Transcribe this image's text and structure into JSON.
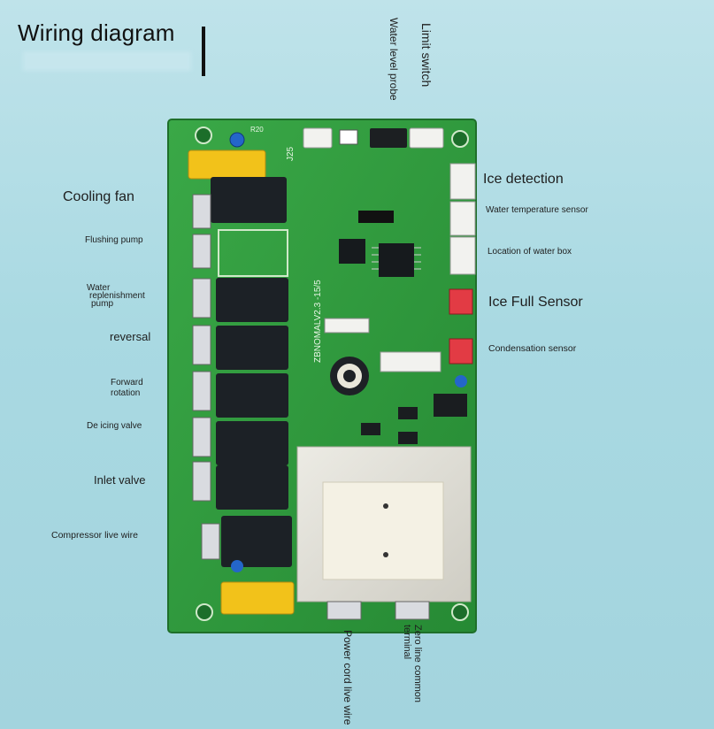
{
  "title": "Wiring diagram",
  "labels": {
    "water_level_probe": "Water level probe",
    "limit_switch": "Limit switch",
    "ice_detection": "Ice detection",
    "water_temperature_sensor": "Water temperature sensor",
    "location_of_water_box": "Location of water box",
    "ice_full_sensor": "Ice Full Sensor",
    "condensation_sensor": "Condensation sensor",
    "cooling_fan": "Cooling fan",
    "flushing_pump": "Flushing pump",
    "water_replenishment_pump_1": "Water",
    "water_replenishment_pump_2": "replenishment",
    "water_replenishment_pump_3": "pump",
    "reversal": "reversal",
    "forward_rotation_1": "Forward",
    "forward_rotation_2": "rotation",
    "deicing_valve": "De icing valve",
    "inlet_valve": "Inlet valve",
    "compressor_live_wire": "Compressor live wire",
    "power_cord_live_wire": "Power cord live wire",
    "zero_line_1": "Zero line common",
    "zero_line_2": "terminal"
  },
  "board_silkscreen": {
    "model": "ZBNOMALV2.3 -15/5",
    "j25": "J25",
    "r20": "R20"
  },
  "colors": {
    "pcb": "#2e9a3c",
    "relay": "#1c2126",
    "relay_yellow": "#f2c21a",
    "transformer": "#e3e2da",
    "connector_red": "#e23b44",
    "connector_white": "#f2f2ef"
  }
}
